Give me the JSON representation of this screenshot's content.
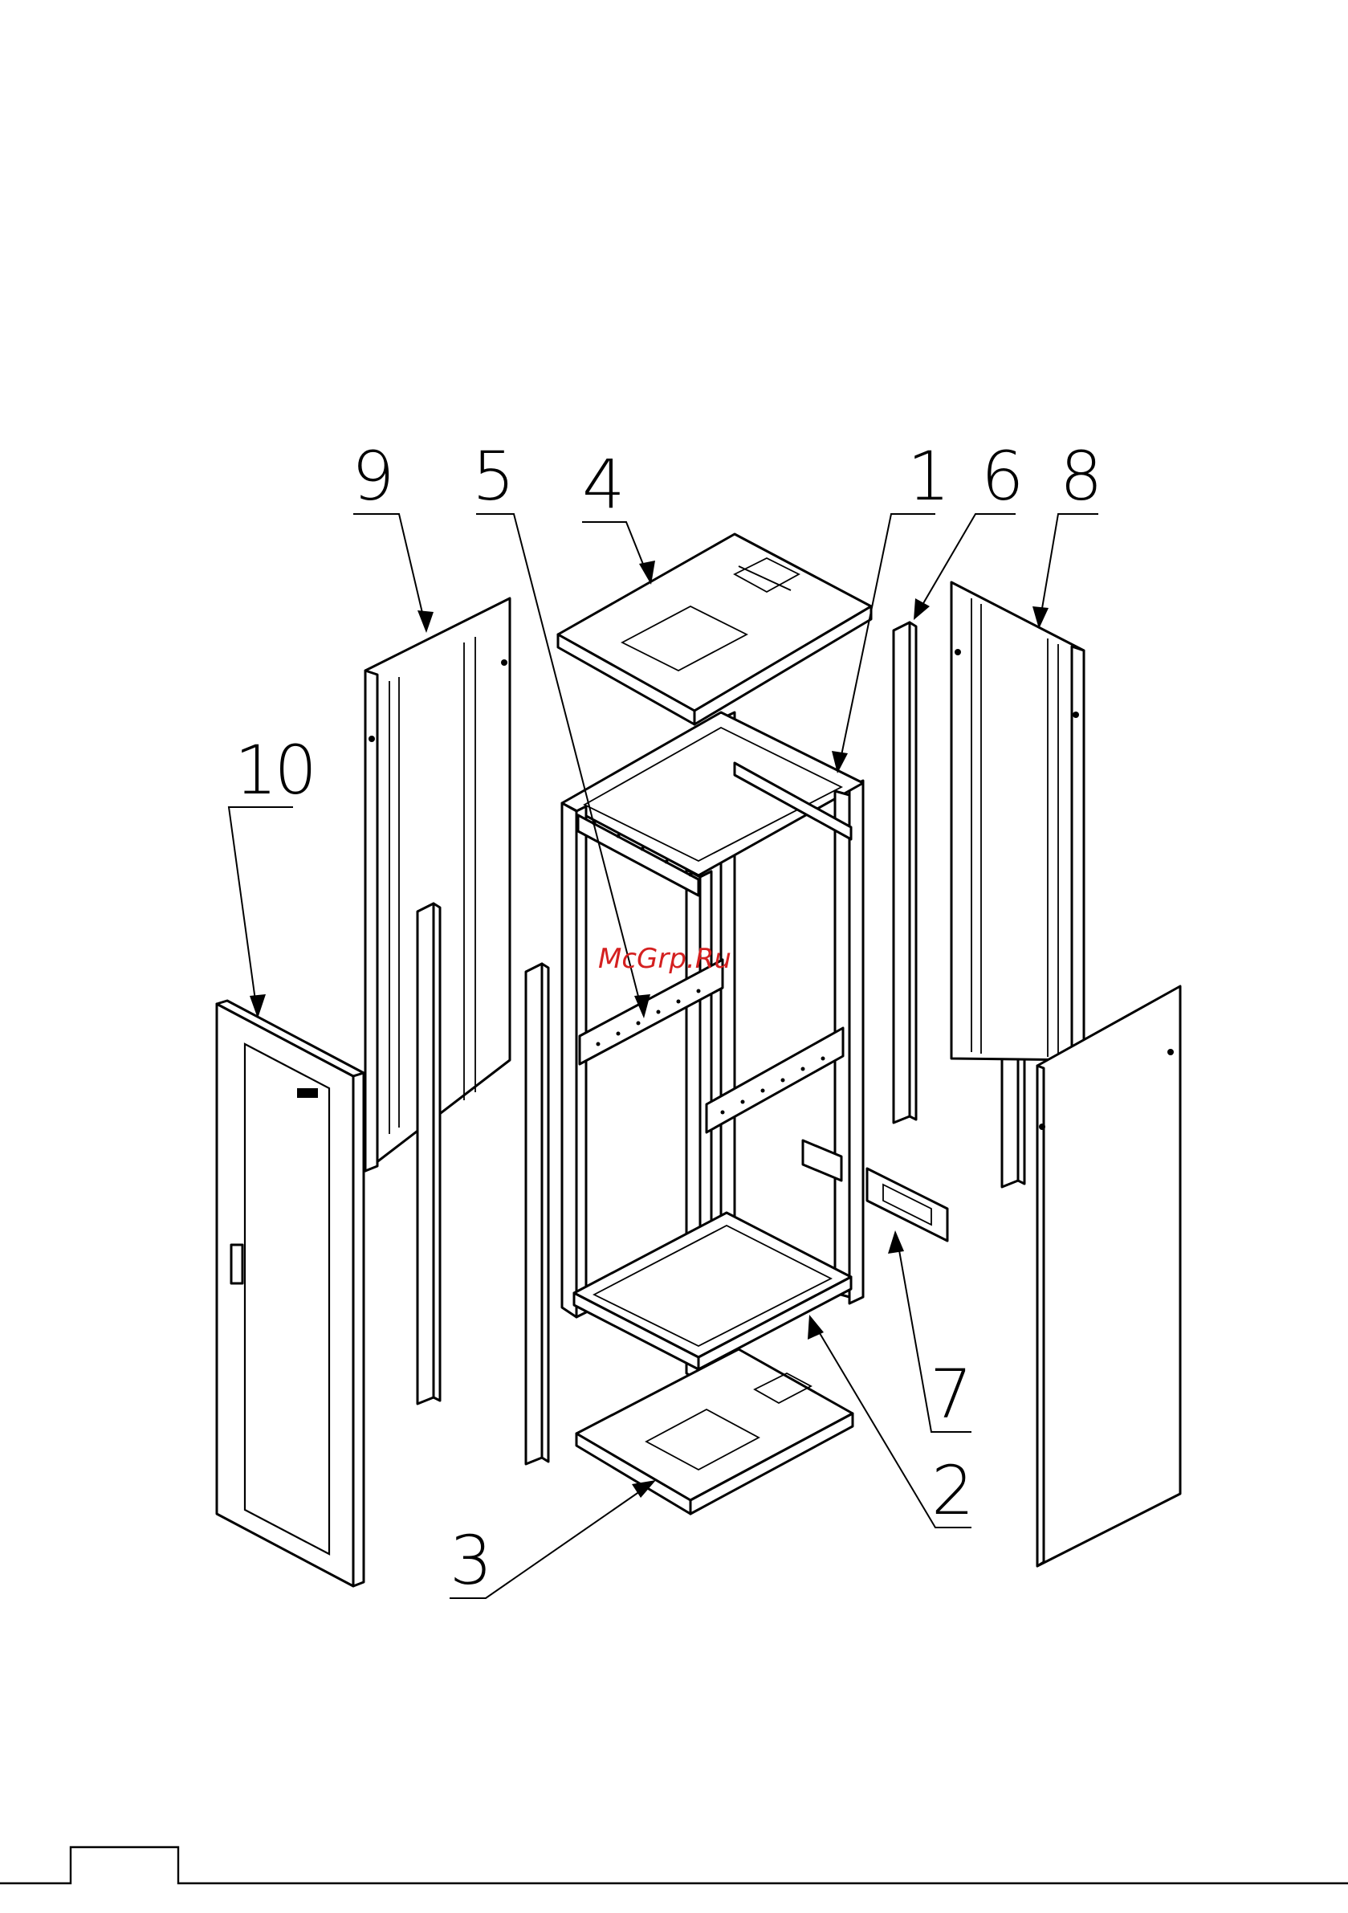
{
  "callouts": [
    {
      "id": "frame",
      "label": "1"
    },
    {
      "id": "base-frame",
      "label": "2"
    },
    {
      "id": "bottom-panel",
      "label": "3"
    },
    {
      "id": "top-panel",
      "label": "4"
    },
    {
      "id": "crossbar",
      "label": "5"
    },
    {
      "id": "mount-rail",
      "label": "6"
    },
    {
      "id": "cable-bracket",
      "label": "7"
    },
    {
      "id": "side-panel-right",
      "label": "8"
    },
    {
      "id": "side-panel-left",
      "label": "9"
    },
    {
      "id": "front-door",
      "label": "10"
    }
  ],
  "watermark": "McGrp.Ru",
  "colors": {
    "line": "#000000",
    "watermark": "#d42020",
    "background": "#ffffff"
  }
}
